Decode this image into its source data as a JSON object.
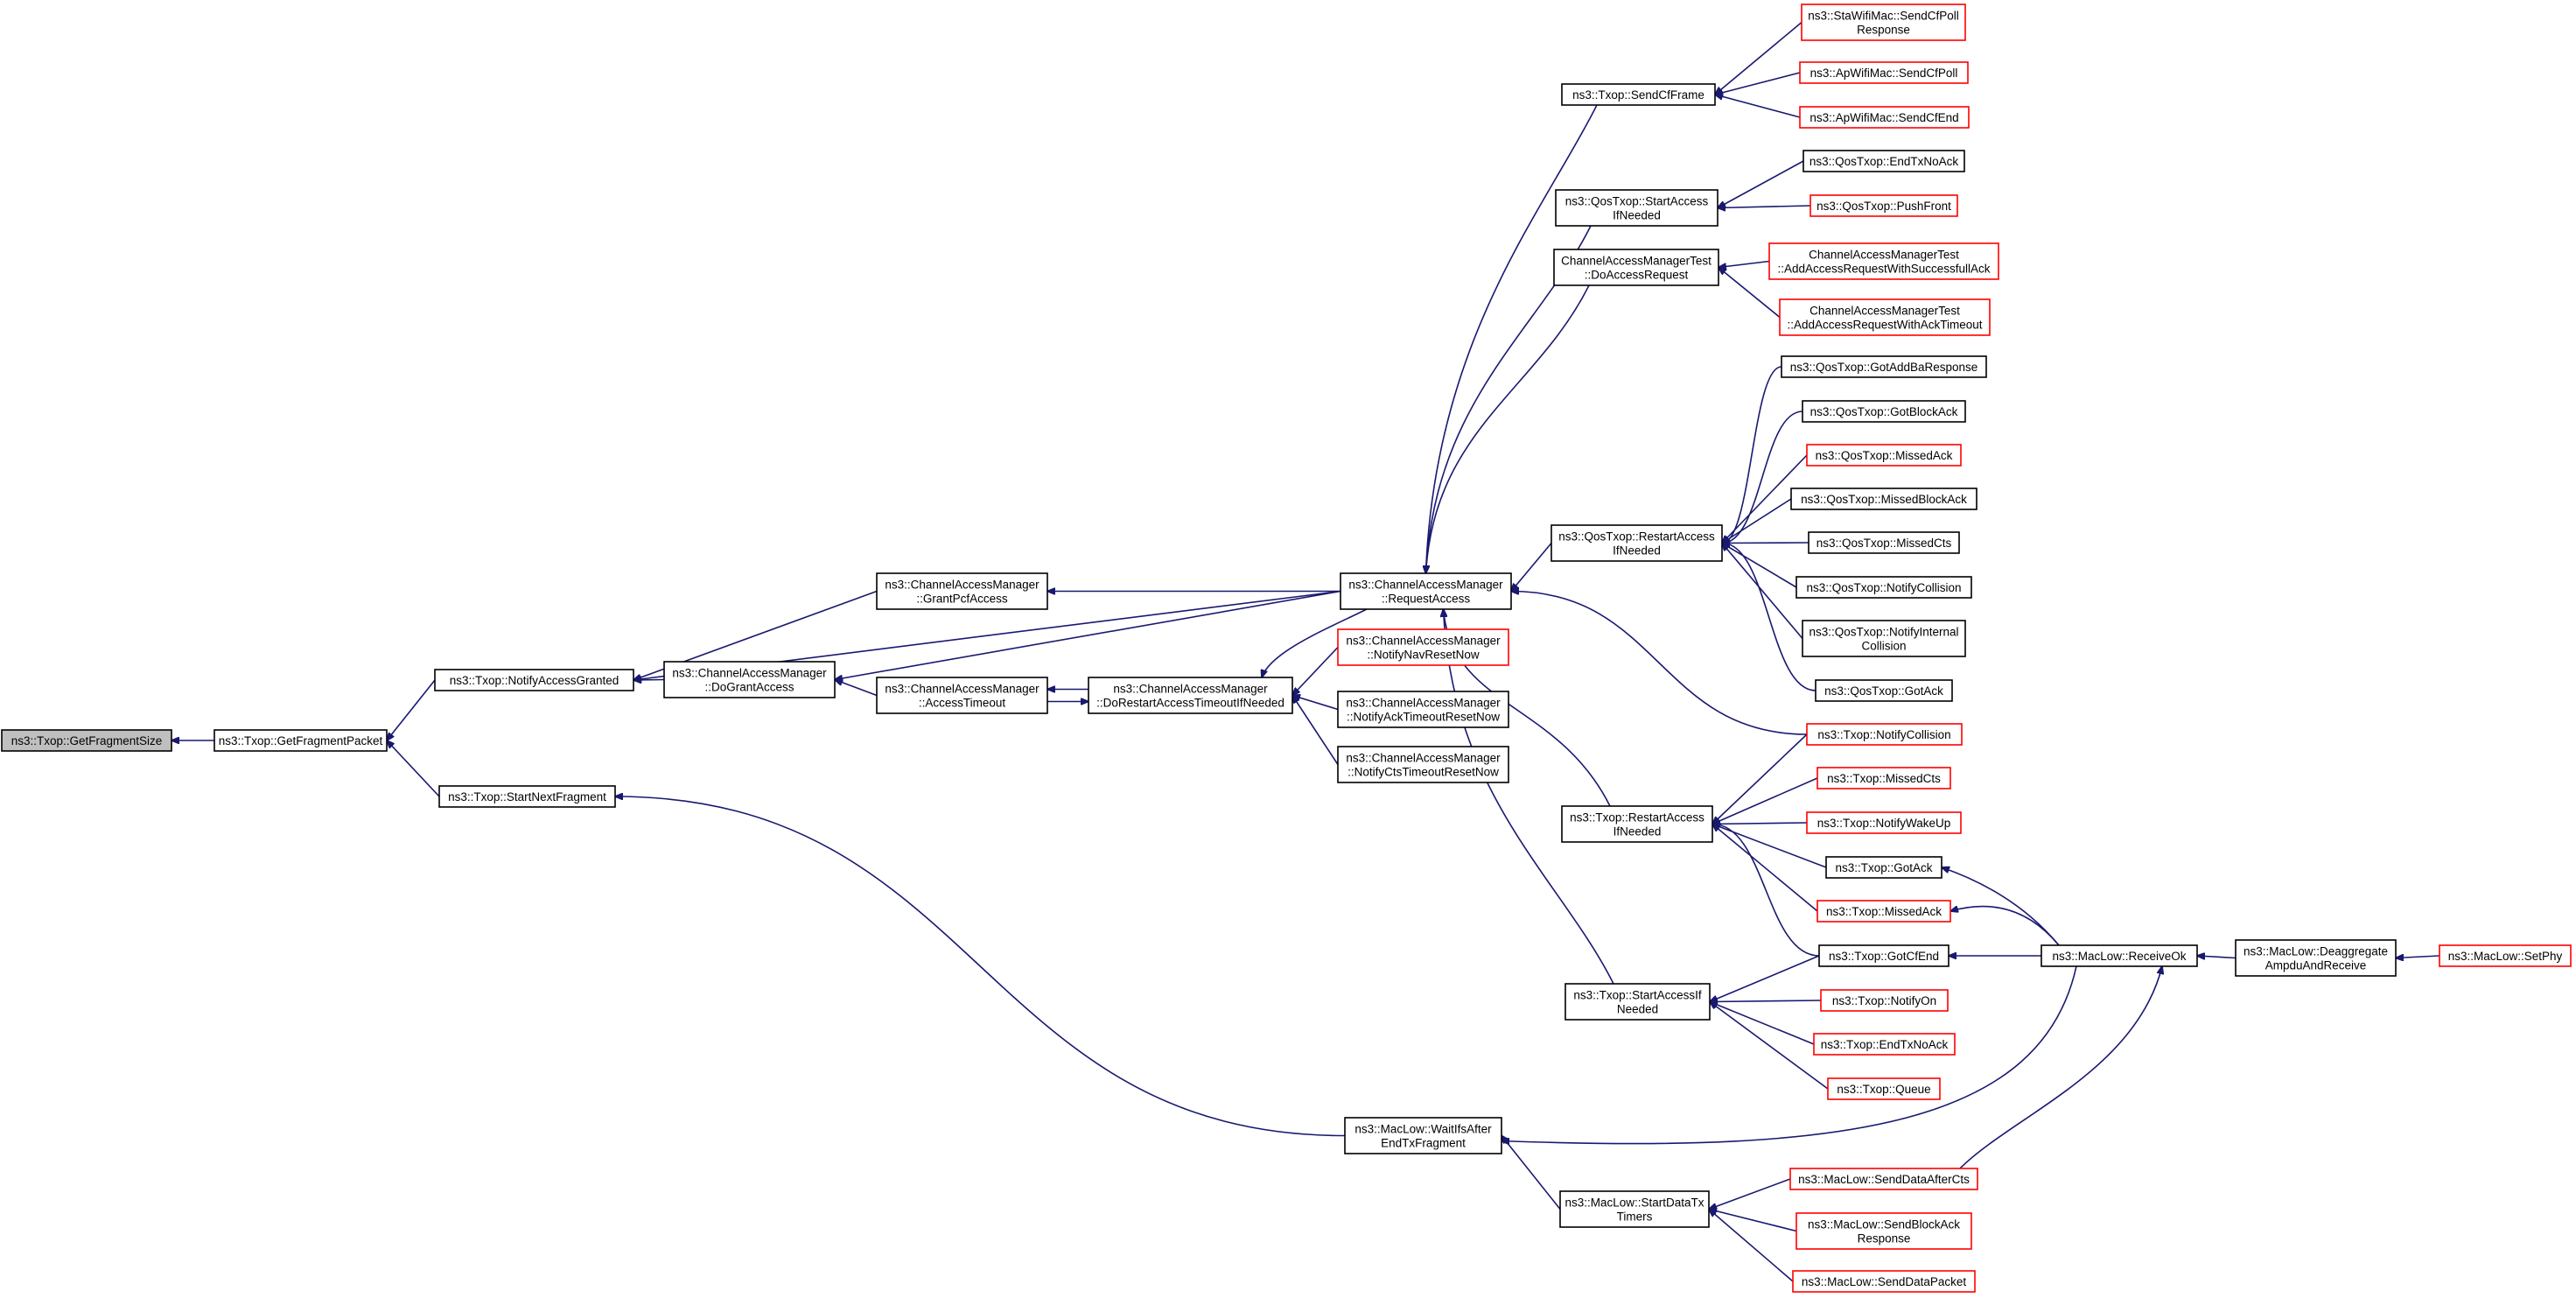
{
  "colors": {
    "edge": "#191970",
    "border_normal": "#000000",
    "border_truncated": "#ff0000",
    "fill_root": "#bfbfbf",
    "fill_node": "#ffffff"
  },
  "nodes": [
    {
      "id": "n0",
      "lines": [
        "ns3::Txop::GetFragmentSize"
      ],
      "style": "root"
    },
    {
      "id": "n1",
      "lines": [
        "ns3::Txop::GetFragmentPacket"
      ],
      "style": "normal"
    },
    {
      "id": "n2",
      "lines": [
        "ns3::Txop::NotifyAccessGranted"
      ],
      "style": "normal"
    },
    {
      "id": "n3",
      "lines": [
        "ns3::Txop::StartNextFragment"
      ],
      "style": "normal"
    },
    {
      "id": "n4",
      "lines": [
        "ns3::ChannelAccessManager",
        "::DoGrantAccess"
      ],
      "style": "normal"
    },
    {
      "id": "n5",
      "lines": [
        "ns3::ChannelAccessManager",
        "::GrantPcfAccess"
      ],
      "style": "normal"
    },
    {
      "id": "n6",
      "lines": [
        "ns3::ChannelAccessManager",
        "::AccessTimeout"
      ],
      "style": "normal"
    },
    {
      "id": "n7",
      "lines": [
        "ns3::ChannelAccessManager",
        "::DoRestartAccessTimeoutIfNeeded"
      ],
      "style": "normal"
    },
    {
      "id": "n8",
      "lines": [
        "ns3::ChannelAccessManager",
        "::RequestAccess"
      ],
      "style": "normal"
    },
    {
      "id": "n9",
      "lines": [
        "ns3::ChannelAccessManager",
        "::NotifyNavResetNow"
      ],
      "style": "truncated"
    },
    {
      "id": "n10",
      "lines": [
        "ns3::ChannelAccessManager",
        "::NotifyAckTimeoutResetNow"
      ],
      "style": "normal"
    },
    {
      "id": "n11",
      "lines": [
        "ns3::ChannelAccessManager",
        "::NotifyCtsTimeoutResetNow"
      ],
      "style": "normal"
    },
    {
      "id": "n12",
      "lines": [
        "ns3::MacLow::WaitIfsAfter",
        "EndTxFragment"
      ],
      "style": "normal"
    },
    {
      "id": "n13",
      "lines": [
        "ns3::MacLow::StartDataTx",
        "Timers"
      ],
      "style": "normal"
    },
    {
      "id": "n14",
      "lines": [
        "ns3::Txop::SendCfFrame"
      ],
      "style": "normal"
    },
    {
      "id": "n15",
      "lines": [
        "ns3::QosTxop::StartAccess",
        "IfNeeded"
      ],
      "style": "normal"
    },
    {
      "id": "n16",
      "lines": [
        "ChannelAccessManagerTest",
        "::DoAccessRequest"
      ],
      "style": "normal"
    },
    {
      "id": "n17",
      "lines": [
        "ns3::QosTxop::RestartAccess",
        "IfNeeded"
      ],
      "style": "normal"
    },
    {
      "id": "n18",
      "lines": [
        "ns3::Txop::RestartAccess",
        "IfNeeded"
      ],
      "style": "normal"
    },
    {
      "id": "n19",
      "lines": [
        "ns3::Txop::StartAccessIf",
        "Needed"
      ],
      "style": "normal"
    },
    {
      "id": "n20",
      "lines": [
        "ns3::StaWifiMac::SendCfPoll",
        "Response"
      ],
      "style": "truncated"
    },
    {
      "id": "n21",
      "lines": [
        "ns3::ApWifiMac::SendCfPoll"
      ],
      "style": "truncated"
    },
    {
      "id": "n22",
      "lines": [
        "ns3::ApWifiMac::SendCfEnd"
      ],
      "style": "truncated"
    },
    {
      "id": "n23",
      "lines": [
        "ns3::QosTxop::EndTxNoAck"
      ],
      "style": "normal"
    },
    {
      "id": "n24",
      "lines": [
        "ns3::QosTxop::PushFront"
      ],
      "style": "truncated"
    },
    {
      "id": "n25",
      "lines": [
        "ChannelAccessManagerTest",
        "::AddAccessRequestWithSuccessfullAck"
      ],
      "style": "truncated"
    },
    {
      "id": "n26",
      "lines": [
        "ChannelAccessManagerTest",
        "::AddAccessRequestWithAckTimeout"
      ],
      "style": "truncated"
    },
    {
      "id": "n27",
      "lines": [
        "ns3::QosTxop::GotAddBaResponse"
      ],
      "style": "normal"
    },
    {
      "id": "n28",
      "lines": [
        "ns3::QosTxop::GotBlockAck"
      ],
      "style": "normal"
    },
    {
      "id": "n29",
      "lines": [
        "ns3::QosTxop::MissedAck"
      ],
      "style": "truncated"
    },
    {
      "id": "n30",
      "lines": [
        "ns3::QosTxop::MissedBlockAck"
      ],
      "style": "normal"
    },
    {
      "id": "n31",
      "lines": [
        "ns3::QosTxop::MissedCts"
      ],
      "style": "normal"
    },
    {
      "id": "n32",
      "lines": [
        "ns3::QosTxop::NotifyCollision"
      ],
      "style": "normal"
    },
    {
      "id": "n33",
      "lines": [
        "ns3::QosTxop::NotifyInternal",
        "Collision"
      ],
      "style": "normal"
    },
    {
      "id": "n34",
      "lines": [
        "ns3::QosTxop::GotAck"
      ],
      "style": "normal"
    },
    {
      "id": "n35",
      "lines": [
        "ns3::Txop::NotifyCollision"
      ],
      "style": "truncated"
    },
    {
      "id": "n36",
      "lines": [
        "ns3::Txop::MissedCts"
      ],
      "style": "truncated"
    },
    {
      "id": "n37",
      "lines": [
        "ns3::Txop::NotifyWakeUp"
      ],
      "style": "truncated"
    },
    {
      "id": "n38",
      "lines": [
        "ns3::Txop::GotAck"
      ],
      "style": "normal"
    },
    {
      "id": "n39",
      "lines": [
        "ns3::Txop::MissedAck"
      ],
      "style": "truncated"
    },
    {
      "id": "n40",
      "lines": [
        "ns3::Txop::GotCfEnd"
      ],
      "style": "normal"
    },
    {
      "id": "n41",
      "lines": [
        "ns3::Txop::NotifyOn"
      ],
      "style": "truncated"
    },
    {
      "id": "n42",
      "lines": [
        "ns3::Txop::EndTxNoAck"
      ],
      "style": "truncated"
    },
    {
      "id": "n43",
      "lines": [
        "ns3::Txop::Queue"
      ],
      "style": "truncated"
    },
    {
      "id": "n44",
      "lines": [
        "ns3::MacLow::SendDataAfterCts"
      ],
      "style": "truncated"
    },
    {
      "id": "n45",
      "lines": [
        "ns3::MacLow::SendBlockAck",
        "Response"
      ],
      "style": "truncated"
    },
    {
      "id": "n46",
      "lines": [
        "ns3::MacLow::SendDataPacket"
      ],
      "style": "truncated"
    },
    {
      "id": "n47",
      "lines": [
        "ns3::MacLow::ReceiveOk"
      ],
      "style": "normal"
    },
    {
      "id": "n48",
      "lines": [
        "ns3::MacLow::Deaggregate",
        "AmpduAndReceive"
      ],
      "style": "normal"
    },
    {
      "id": "n49",
      "lines": [
        "ns3::MacLow::SetPhy"
      ],
      "style": "truncated"
    }
  ],
  "edges": [
    {
      "from": "n1",
      "to": "n0"
    },
    {
      "from": "n2",
      "to": "n1"
    },
    {
      "from": "n3",
      "to": "n1"
    },
    {
      "from": "n4",
      "to": "n2"
    },
    {
      "from": "n5",
      "to": "n2"
    },
    {
      "from": "n8",
      "to": "n2"
    },
    {
      "from": "n12",
      "to": "n3"
    },
    {
      "from": "n6",
      "to": "n4"
    },
    {
      "from": "n8",
      "to": "n4"
    },
    {
      "from": "n8",
      "to": "n5"
    },
    {
      "from": "n7",
      "to": "n6"
    },
    {
      "from": "n6",
      "to": "n7"
    },
    {
      "from": "n8",
      "to": "n7"
    },
    {
      "from": "n9",
      "to": "n7"
    },
    {
      "from": "n10",
      "to": "n7"
    },
    {
      "from": "n11",
      "to": "n7"
    },
    {
      "from": "n14",
      "to": "n8"
    },
    {
      "from": "n15",
      "to": "n8"
    },
    {
      "from": "n16",
      "to": "n8"
    },
    {
      "from": "n17",
      "to": "n8"
    },
    {
      "from": "n18",
      "to": "n8"
    },
    {
      "from": "n19",
      "to": "n8"
    },
    {
      "from": "n35",
      "to": "n8"
    },
    {
      "from": "n20",
      "to": "n14"
    },
    {
      "from": "n21",
      "to": "n14"
    },
    {
      "from": "n22",
      "to": "n14"
    },
    {
      "from": "n23",
      "to": "n15"
    },
    {
      "from": "n24",
      "to": "n15"
    },
    {
      "from": "n25",
      "to": "n16"
    },
    {
      "from": "n26",
      "to": "n16"
    },
    {
      "from": "n27",
      "to": "n17"
    },
    {
      "from": "n28",
      "to": "n17"
    },
    {
      "from": "n29",
      "to": "n17"
    },
    {
      "from": "n30",
      "to": "n17"
    },
    {
      "from": "n31",
      "to": "n17"
    },
    {
      "from": "n32",
      "to": "n17"
    },
    {
      "from": "n33",
      "to": "n17"
    },
    {
      "from": "n34",
      "to": "n17"
    },
    {
      "from": "n35",
      "to": "n18"
    },
    {
      "from": "n36",
      "to": "n18"
    },
    {
      "from": "n37",
      "to": "n18"
    },
    {
      "from": "n38",
      "to": "n18"
    },
    {
      "from": "n39",
      "to": "n18"
    },
    {
      "from": "n40",
      "to": "n18"
    },
    {
      "from": "n40",
      "to": "n19"
    },
    {
      "from": "n41",
      "to": "n19"
    },
    {
      "from": "n42",
      "to": "n19"
    },
    {
      "from": "n43",
      "to": "n19"
    },
    {
      "from": "n47",
      "to": "n12"
    },
    {
      "from": "n13",
      "to": "n12"
    },
    {
      "from": "n44",
      "to": "n13"
    },
    {
      "from": "n45",
      "to": "n13"
    },
    {
      "from": "n46",
      "to": "n13"
    },
    {
      "from": "n47",
      "to": "n38"
    },
    {
      "from": "n47",
      "to": "n39"
    },
    {
      "from": "n47",
      "to": "n40"
    },
    {
      "from": "n44",
      "to": "n47"
    },
    {
      "from": "n48",
      "to": "n47"
    },
    {
      "from": "n49",
      "to": "n48"
    }
  ]
}
